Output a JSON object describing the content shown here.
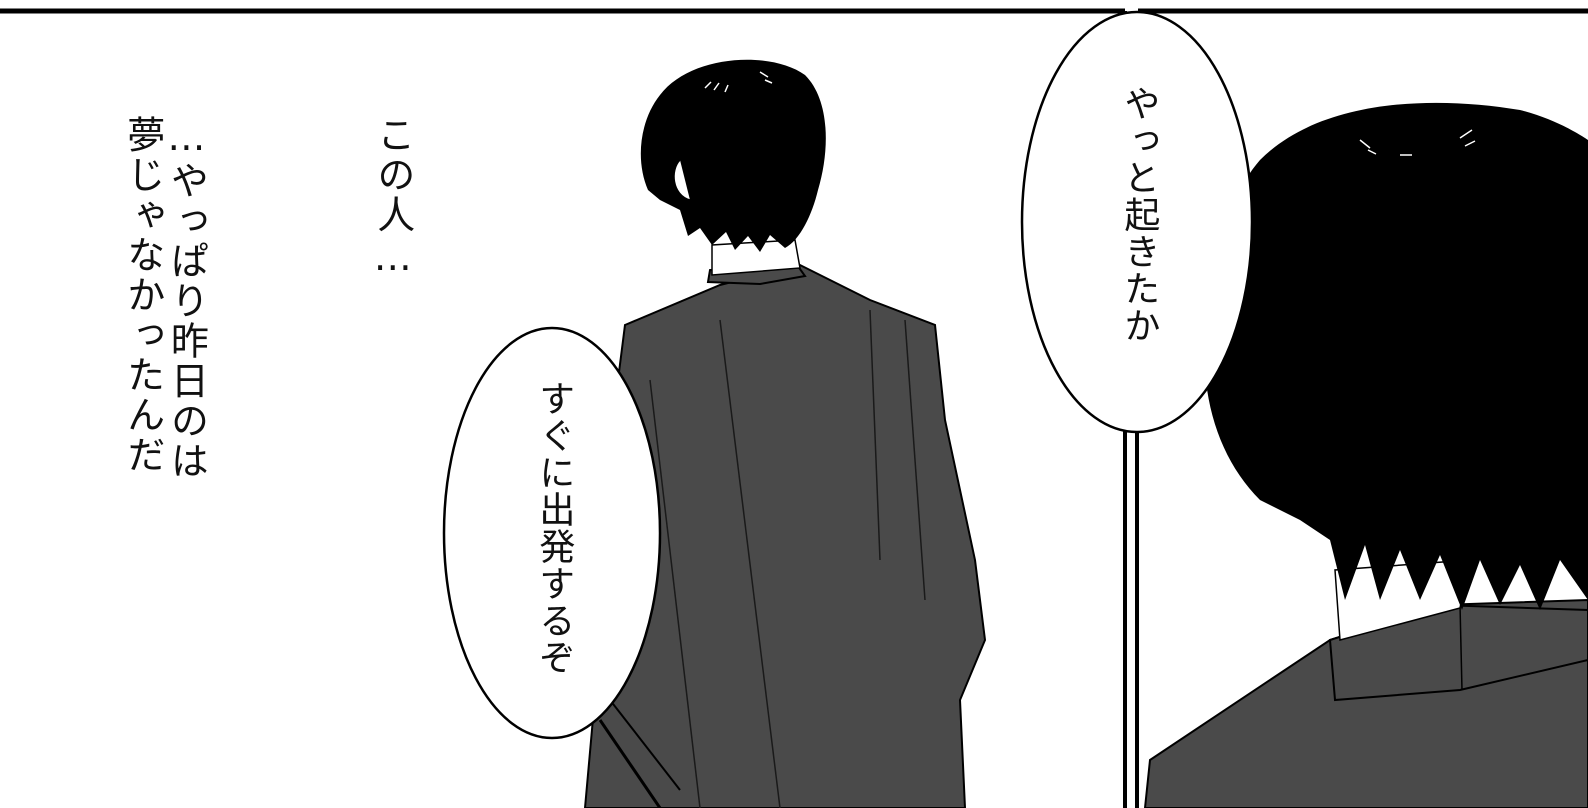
{
  "panels": [
    {
      "narration": [
        "…やっぱり昨日のは",
        "夢じゃなかったんだ"
      ],
      "thought": "この人…",
      "speech_bubble": "すぐに出発するぞ"
    },
    {
      "speech_bubble": "やっと起きたか"
    }
  ],
  "colors": {
    "ink": "#000000",
    "jacket": "#4a4a4a",
    "background": "#ffffff"
  }
}
